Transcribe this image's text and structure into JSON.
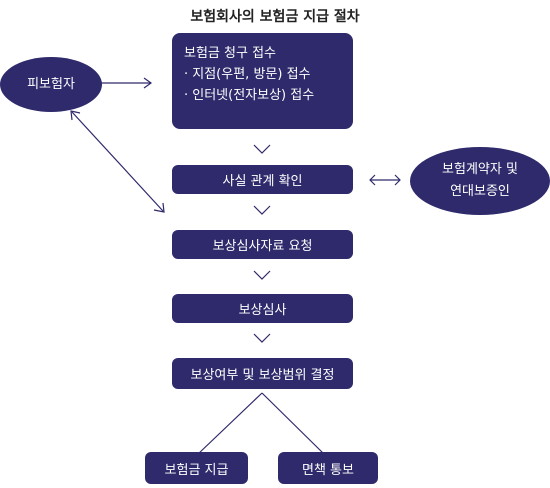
{
  "title": "보험회사의 보험금 지급 절차",
  "nodes": {
    "insured": "피보험자",
    "claim": {
      "heading": "보험금 청구 접수",
      "items": [
        "· 지점(우편, 방문) 접수",
        "· 인터넷(전자보상) 접수"
      ]
    },
    "fact_check": "사실 관계 확인",
    "contractor": {
      "line1": "보험계약자 및",
      "line2": "연대보증인"
    },
    "request_docs": "보상심사자료 요청",
    "review": "보상심사",
    "decision": "보상여부 및 보상범위 결정",
    "payment": "보험금 지급",
    "exemption": "면책 통보"
  },
  "colors": {
    "node_fill": "#2e2a6b",
    "line": "#2e2a6b",
    "title": "#222222"
  }
}
